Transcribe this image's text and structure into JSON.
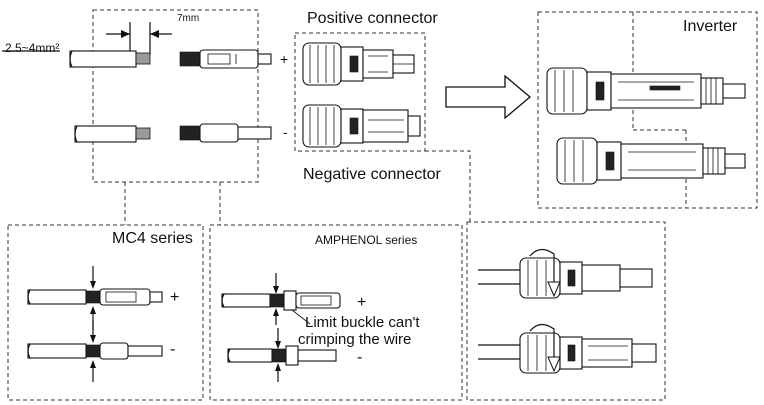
{
  "labels": {
    "wire_size": "2.5~4mm²",
    "strip_length": "7mm",
    "positive_connector": "Positive connector",
    "negative_connector": "Negative connector",
    "inverter": "Inverter",
    "mc4_series": "MC4 series",
    "amphenol_series": "AMPHENOL series",
    "limit_buckle_line1": "Limit buckle can't",
    "limit_buckle_line2": "crimping the wire",
    "plus": "+",
    "minus": "-"
  }
}
